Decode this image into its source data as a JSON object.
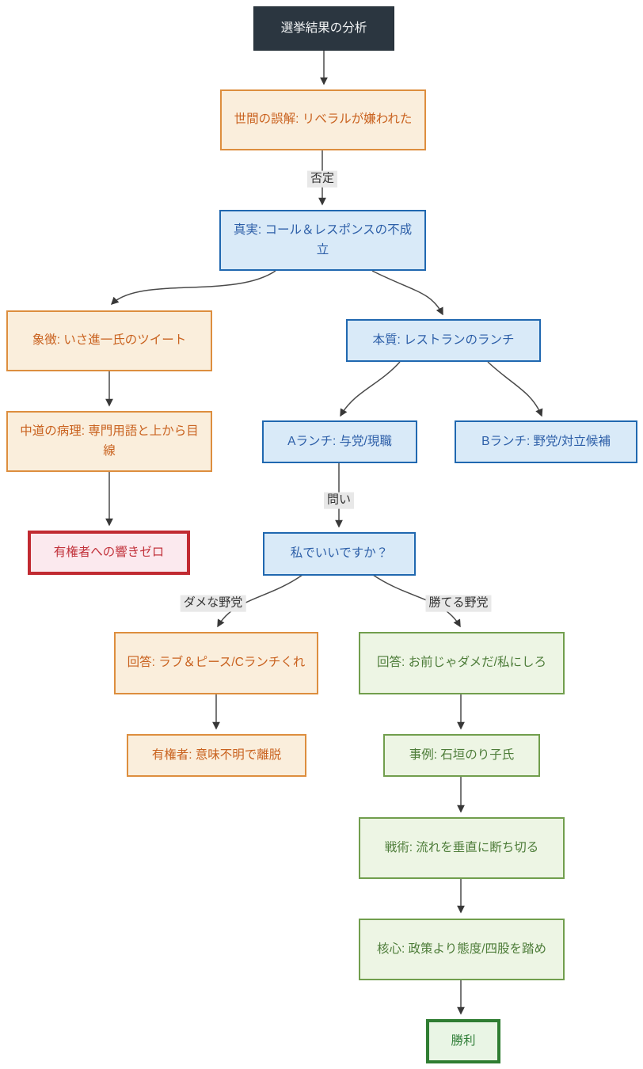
{
  "diagram": {
    "kind": "flowchart",
    "direction": "top-down",
    "nodes": [
      {
        "id": "root",
        "label": "選挙結果の分析",
        "type": "dark"
      },
      {
        "id": "misconception",
        "label": "世間の誤解: リベラルが嫌われた",
        "type": "orange"
      },
      {
        "id": "truth",
        "label": "真実: コール＆レスポンスの不成立",
        "type": "blue"
      },
      {
        "id": "symbol",
        "label": "象徴: いさ進一氏のツイート",
        "type": "orange"
      },
      {
        "id": "essence",
        "label": "本質: レストランのランチ",
        "type": "blue"
      },
      {
        "id": "pathology",
        "label": "中道の病理: 専門用語と上から目線",
        "type": "orange"
      },
      {
        "id": "lunchA",
        "label": "Aランチ: 与党/現職",
        "type": "blue"
      },
      {
        "id": "lunchB",
        "label": "Bランチ: 野党/対立候補",
        "type": "blue"
      },
      {
        "id": "zero",
        "label": "有権者への響きゼロ",
        "type": "red"
      },
      {
        "id": "question",
        "label": "私でいいですか？",
        "type": "blue"
      },
      {
        "id": "badAnswer",
        "label": "回答: ラブ＆ピース/Cランチくれ",
        "type": "orange"
      },
      {
        "id": "goodAnswer",
        "label": "回答: お前じゃダメだ/私にしろ",
        "type": "green"
      },
      {
        "id": "voters",
        "label": "有権者: 意味不明で離脱",
        "type": "orange"
      },
      {
        "id": "example",
        "label": "事例: 石垣のり子氏",
        "type": "green"
      },
      {
        "id": "tactic",
        "label": "戦術: 流れを垂直に断ち切る",
        "type": "green"
      },
      {
        "id": "core",
        "label": "核心: 政策より態度/四股を踏め",
        "type": "green"
      },
      {
        "id": "victory",
        "label": "勝利",
        "type": "victory"
      }
    ],
    "edge_labels": [
      {
        "text": "否定"
      },
      {
        "text": "問い"
      },
      {
        "text": "ダメな野党"
      },
      {
        "text": "勝てる野党"
      }
    ],
    "edges": [
      {
        "from": "root",
        "to": "misconception",
        "label": ""
      },
      {
        "from": "misconception",
        "to": "truth",
        "label": "否定"
      },
      {
        "from": "truth",
        "to": "symbol",
        "label": ""
      },
      {
        "from": "truth",
        "to": "essence",
        "label": ""
      },
      {
        "from": "symbol",
        "to": "pathology",
        "label": ""
      },
      {
        "from": "essence",
        "to": "lunchA",
        "label": ""
      },
      {
        "from": "essence",
        "to": "lunchB",
        "label": ""
      },
      {
        "from": "pathology",
        "to": "zero",
        "label": ""
      },
      {
        "from": "lunchA",
        "to": "question",
        "label": "問い"
      },
      {
        "from": "question",
        "to": "badAnswer",
        "label": "ダメな野党"
      },
      {
        "from": "question",
        "to": "goodAnswer",
        "label": "勝てる野党"
      },
      {
        "from": "badAnswer",
        "to": "voters",
        "label": ""
      },
      {
        "from": "goodAnswer",
        "to": "example",
        "label": ""
      },
      {
        "from": "example",
        "to": "tactic",
        "label": ""
      },
      {
        "from": "tactic",
        "to": "core",
        "label": ""
      },
      {
        "from": "core",
        "to": "victory",
        "label": ""
      }
    ],
    "palette": {
      "dark_node_bg": "#2b3640",
      "dark_node_text": "#f2f4f5",
      "orange_border": "#dd8e3e",
      "orange_fill": "#faeedc",
      "orange_text": "#c9621f",
      "blue_border": "#2068b0",
      "blue_fill": "#d9eaf8",
      "blue_text": "#2d5fa8",
      "red_border": "#c12a31",
      "red_fill": "#fbe9ee",
      "red_text": "#c2333c",
      "green_border": "#719e4d",
      "green_fill": "#edf5e4",
      "green_text": "#4e7d3a",
      "victory_border": "#2f7d32",
      "victory_fill": "#e9f5e5",
      "victory_text": "#33803b",
      "edge_line": "#4a4a4a",
      "edge_label_bg": "#e8e8e8",
      "edge_label_text": "#333333",
      "background": "#ffffff"
    }
  }
}
